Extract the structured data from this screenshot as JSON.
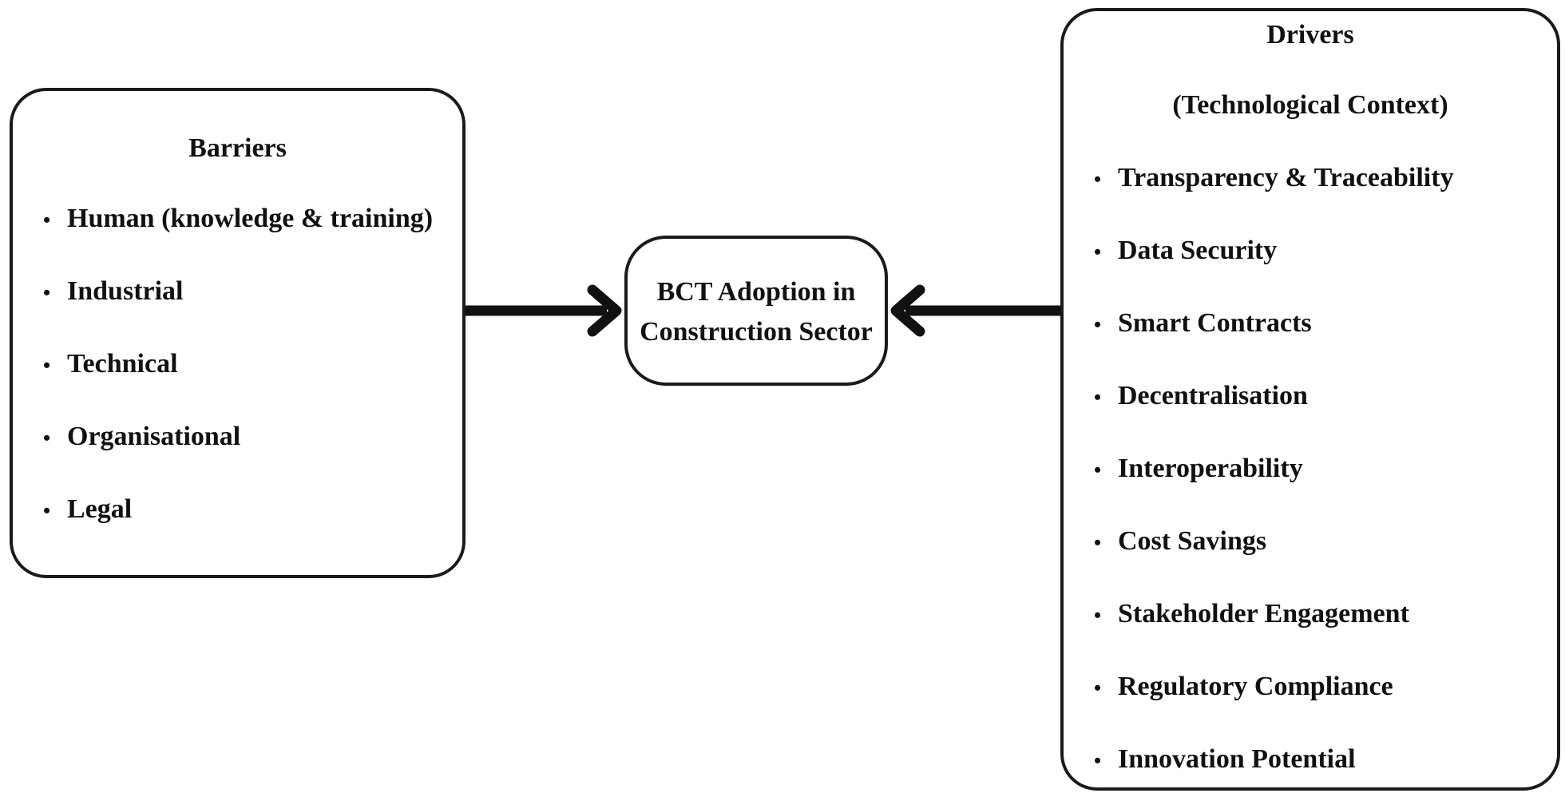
{
  "barriers": {
    "title": "Barriers",
    "items": [
      "Human (knowledge & training)",
      "Industrial",
      "Technical",
      "Organisational",
      "Legal"
    ]
  },
  "center": {
    "line1": "BCT Adoption in",
    "line2": "Construction Sector"
  },
  "drivers": {
    "title": "Drivers",
    "subtitle": "(Technological Context)",
    "items": [
      "Transparency & Traceability",
      "Data Security",
      "Smart Contracts",
      "Decentralisation",
      "Interoperability",
      "Cost Savings",
      "Stakeholder Engagement",
      "Regulatory Compliance",
      "Innovation Potential"
    ]
  },
  "bullet_glyph": "•"
}
